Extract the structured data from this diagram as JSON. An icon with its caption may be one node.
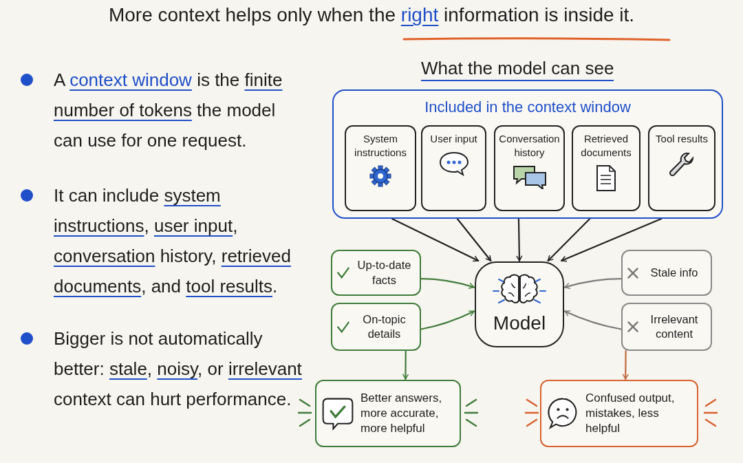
{
  "diagram": {
    "title": "More context helps only when the **right** information is inside it.",
    "nodes": [
      {
        "text": [
          "Included in the context window"
        ]
      },
      {
        "text": [
          "System instructions"
        ],
        "in": 0
      },
      {
        "text": [
          "User input"
        ],
        "in": 0
      },
      {
        "text": [
          "Conversation history"
        ],
        "in": 0
      },
      {
        "text": [
          "Retrieved documents"
        ],
        "in": 0
      },
      {
        "text": [
          "Tool results"
        ],
        "in": 0
      },
      {
        "text": [
          "Up-to-date facts"
        ]
      },
      {
        "text": [
          "On-topic details"
        ]
      },
      {
        "text": [
          "Model"
        ]
      },
      {
        "text": [
          "Stale info"
        ]
      },
      {
        "text": [
          "Irrelevant content"
        ]
      },
      {
        "text": [
          "Better answers, more accurate, more helpful"
        ]
      },
      {
        "text": [
          "Confused output, mistakes, less helpful"
        ]
      }
    ],
    "edges": [
      {
        "from": 0,
        "to": 8,
        "arrow": "to"
      },
      {
        "from": 0,
        "to": 8,
        "arrow": "to"
      },
      {
        "from": 0,
        "to": 8,
        "arrow": "to"
      },
      {
        "from": 0,
        "to": 8,
        "arrow": "to"
      },
      {
        "from": 0,
        "to": 8,
        "arrow": "to"
      },
      {
        "from": 6,
        "to": 8,
        "arrow": "to",
        "color": "#3f7d3a"
      },
      {
        "from": 7,
        "to": 8,
        "arrow": "to",
        "color": "#3f7d3a"
      },
      {
        "from": 9,
        "to": 8,
        "arrow": "to",
        "color": "#7a7a7a"
      },
      {
        "from": 10,
        "to": 8,
        "arrow": "to",
        "color": "#7a7a7a"
      },
      {
        "from": 7,
        "to": 11,
        "arrow": "to",
        "color": "#3f7d3a"
      },
      {
        "from": 10,
        "to": 12,
        "arrow": "to",
        "color": "#c0683f"
      }
    ],
    "labels": [
      "What the model can see",
      "A **context window** is the *finite number of tokens* the model can use for one request.",
      "It can include *system instructions*, *user input*, *conversation* history, *retrieved documents*, and *tool results*.",
      "Bigger is not automatically better: *stale*, *noisy*, or *irrelevant* context can hurt performance."
    ]
  }
}
